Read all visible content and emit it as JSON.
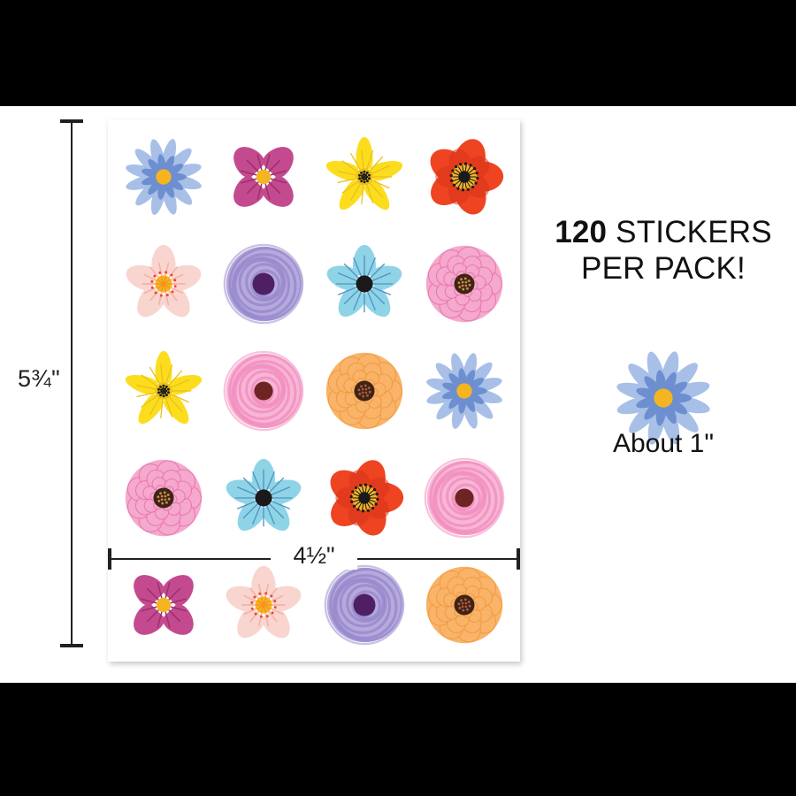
{
  "product": {
    "headline_count": "120",
    "headline_rest": " STICKERS",
    "headline_line2": "PER PACK!",
    "sample_size_label": "About 1\"",
    "sheet_height_label": "5¾\"",
    "sheet_width_label": "4½\""
  },
  "palette": {
    "background_band": "#000000",
    "canvas": "#ffffff",
    "sheet": "#ffffff",
    "dimension_line": "#231f20",
    "text": "#111111",
    "blue_daisy_outer": "#a8c0e8",
    "blue_daisy_inner": "#6d8fd0",
    "yellow_center": "#f5b521",
    "magenta": "#c44a8f",
    "magenta_dark": "#9c2f6d",
    "yellow_star": "#fcdd1e",
    "yellow_star_dark": "#e9c01a",
    "red_poppy": "#ee4422",
    "red_poppy_dark": "#d8331a",
    "pale_pink": "#f9d5cf",
    "pale_pink_dark": "#f3b3a8",
    "orange_center": "#f7941e",
    "purple": "#8878c4",
    "purple_dark": "#6f5fae",
    "plum_center": "#4e2063",
    "sky_blue": "#8ed4e6",
    "sky_blue_line": "#4f93c6",
    "black_center": "#1a1a1a",
    "pink_rose": "#f5a9cd",
    "pink_rose_dark": "#e86fae",
    "dark_brown_center": "#3d2415",
    "pink_swirl": "#ef7ab4",
    "pink_swirl_light": "#f7a9cf",
    "maroon_center": "#6e2423",
    "peach_rose": "#f9b469",
    "peach_rose_dark": "#f0973c"
  },
  "sheet": {
    "rows": [
      [
        {
          "name": "blue-daisy",
          "type": "daisy"
        },
        {
          "name": "magenta-four-petal",
          "type": "fourpetal"
        },
        {
          "name": "yellow-star-flower",
          "type": "star"
        },
        {
          "name": "red-poppy",
          "type": "poppy"
        }
      ],
      [
        {
          "name": "pale-pink-cosmos",
          "type": "cosmos"
        },
        {
          "name": "purple-ranunculus",
          "type": "swirl-purple"
        },
        {
          "name": "sky-blue-five-petal",
          "type": "fivepetal"
        },
        {
          "name": "pink-ranunculus",
          "type": "rose-pink"
        }
      ],
      [
        {
          "name": "yellow-star-flower",
          "type": "star"
        },
        {
          "name": "pink-swirl-rose",
          "type": "swirl-pink"
        },
        {
          "name": "peach-rose",
          "type": "rose-peach"
        },
        {
          "name": "blue-daisy",
          "type": "daisy"
        }
      ],
      [
        {
          "name": "pink-ranunculus",
          "type": "rose-pink"
        },
        {
          "name": "sky-blue-five-petal",
          "type": "fivepetal"
        },
        {
          "name": "red-poppy",
          "type": "poppy"
        },
        {
          "name": "pink-swirl-rose",
          "type": "swirl-pink"
        }
      ],
      [
        {
          "name": "magenta-four-petal",
          "type": "fourpetal"
        },
        {
          "name": "pale-pink-cosmos",
          "type": "cosmos"
        },
        {
          "name": "purple-ranunculus",
          "type": "swirl-purple"
        },
        {
          "name": "peach-rose",
          "type": "rose-peach"
        }
      ]
    ]
  }
}
